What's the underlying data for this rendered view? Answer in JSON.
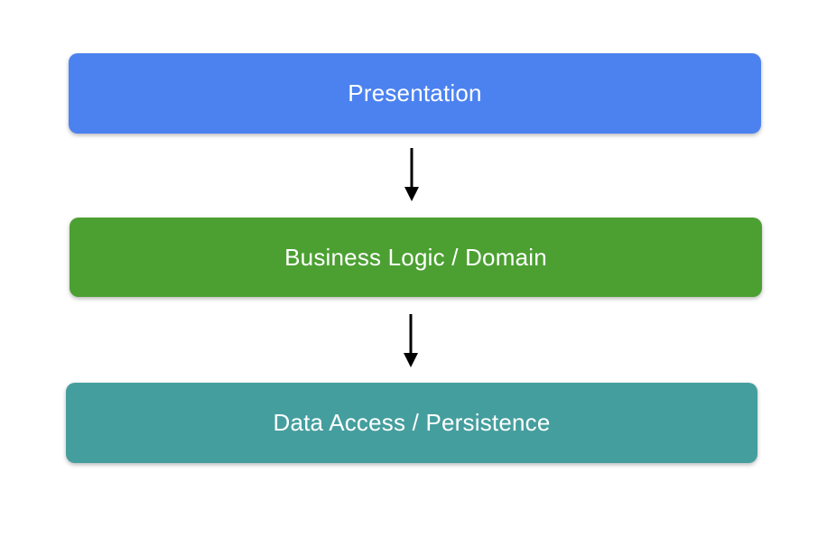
{
  "diagram": {
    "type": "layered-architecture",
    "background": "#ffffff",
    "text_color": "#ffffff",
    "arrow_color": "#000000",
    "layers": [
      {
        "label": "Presentation",
        "color": "#4c82f0"
      },
      {
        "label": "Business Logic / Domain",
        "color": "#4ca032"
      },
      {
        "label": "Data Access / Persistence",
        "color": "#459e9e"
      }
    ],
    "connections": [
      {
        "from": "Presentation",
        "to": "Business Logic / Domain"
      },
      {
        "from": "Business Logic / Domain",
        "to": "Data Access / Persistence"
      }
    ]
  }
}
